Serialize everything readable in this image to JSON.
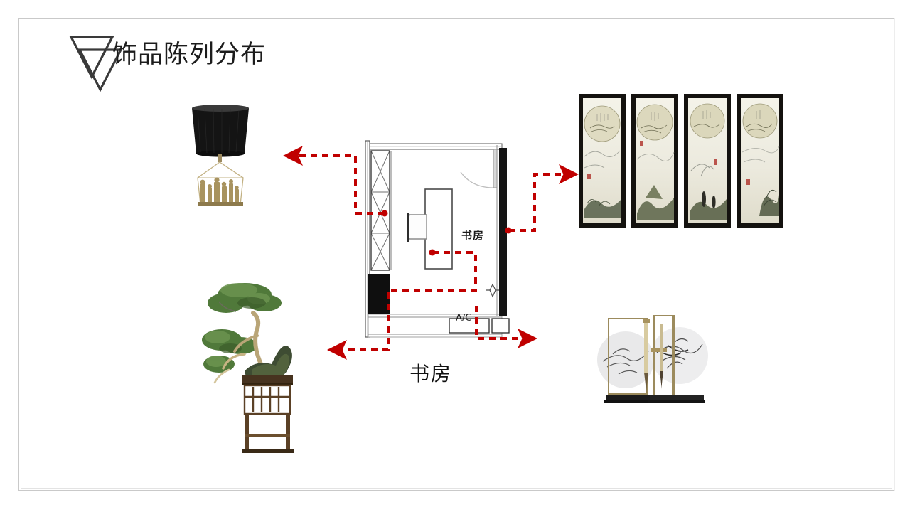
{
  "slide": {
    "title": "饰品陈列分布",
    "logo_icon": "double-triangle-logo-icon",
    "background_color": "#ffffff",
    "frame_color": "#c9c9c9"
  },
  "floor_plan": {
    "room_label": "书房",
    "ac_label": "A/C",
    "caption": "书房",
    "wall_color": "#1a1a1a",
    "line_color": "#555555",
    "elements": [
      {
        "name": "left-cabinet-hatched",
        "label": ""
      },
      {
        "name": "desk",
        "label": ""
      },
      {
        "name": "chair",
        "label": ""
      },
      {
        "name": "door-swing",
        "label": ""
      },
      {
        "name": "ac-unit",
        "label": "A/C"
      },
      {
        "name": "right-wall-dark",
        "label": ""
      }
    ]
  },
  "arrows": {
    "color": "#c00000",
    "style": "dashed",
    "items": [
      {
        "name": "arrow-to-lamp",
        "direction": "left",
        "target": "table-lamp"
      },
      {
        "name": "arrow-to-paintings",
        "direction": "right",
        "target": "wall-paintings"
      },
      {
        "name": "arrow-to-bonsai",
        "direction": "left",
        "target": "bonsai-plant-stand"
      },
      {
        "name": "arrow-to-screens",
        "direction": "right",
        "target": "desk-screen-ornaments"
      }
    ]
  },
  "items": [
    {
      "name": "table-lamp",
      "label": "",
      "shade_color": "#141414",
      "base_color": "#b09a6c"
    },
    {
      "name": "wall-paintings",
      "label": "",
      "panel_count": 4,
      "frame_color": "#14120f",
      "paper_color": "#efeee2",
      "seal_color": "#b23a32"
    },
    {
      "name": "bonsai-plant-stand",
      "label": "",
      "foliage_color": "#4e7a34",
      "stand_color": "#4a3420"
    },
    {
      "name": "desk-screen-ornaments",
      "label": "",
      "base_color": "#1b1b1b",
      "frame_color": "#a08f62",
      "ink_color": "#3c3c3c"
    }
  ]
}
